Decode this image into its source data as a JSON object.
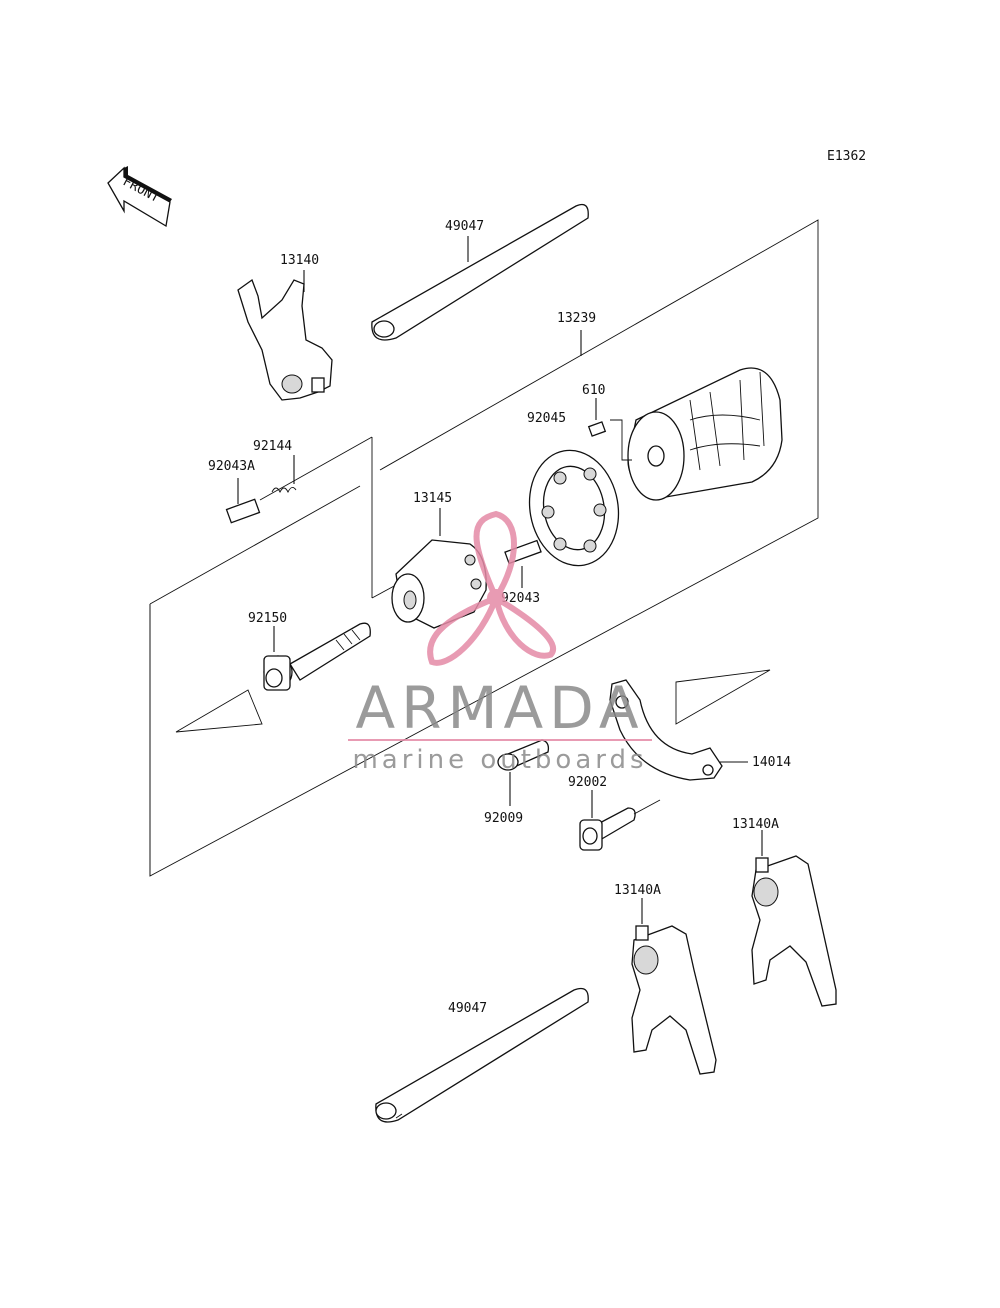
{
  "diagram": {
    "code": "E1362",
    "front_label": "FRONT",
    "labels": {
      "shaft_top": "49047",
      "fork_top": "13140",
      "drum": "13239",
      "pin_610": "610",
      "pin_92045": "92045",
      "spring": "92144",
      "pin_92043a": "92043A",
      "cam": "13145",
      "pin_92043": "92043",
      "bolt_92150": "92150",
      "plate": "14014",
      "bolt_92002": "92002",
      "washer": "92009",
      "fork_right": "13140A",
      "fork_mid": "13140A",
      "shaft_bottom": "49047"
    }
  },
  "watermark": {
    "brand": "ARMADA",
    "tagline": "marine outboards",
    "color": "#e58aa6",
    "text_color": "#8a8a8a"
  }
}
